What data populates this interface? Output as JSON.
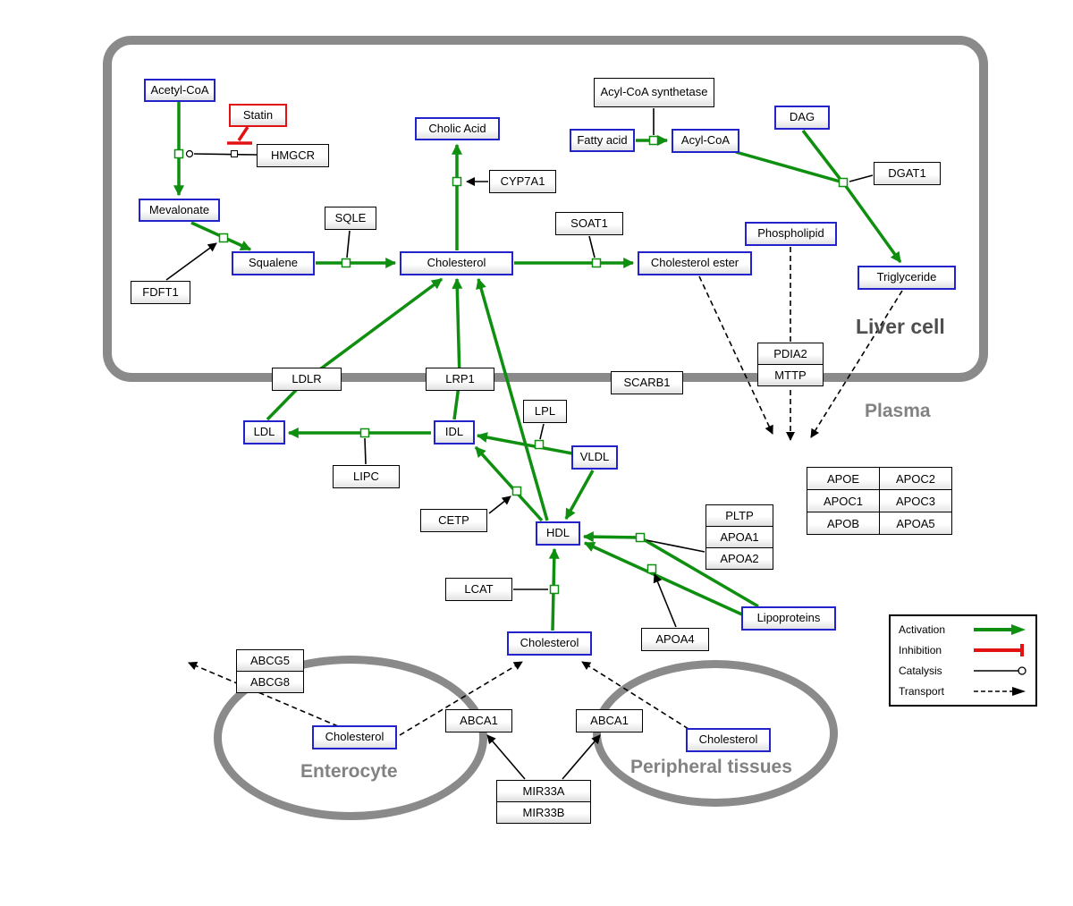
{
  "compartments": {
    "liver_cell": "Liver cell",
    "plasma": "Plasma",
    "enterocyte": "Enterocyte",
    "peripheral_tissues": "Peripheral tissues"
  },
  "nodes": {
    "acetyl_coa": "Acetyl-CoA",
    "statin": "Statin",
    "hmgcr": "HMGCR",
    "mevalonate": "Mevalonate",
    "fdft1": "FDFT1",
    "squalene": "Squalene",
    "sqle": "SQLE",
    "cholic_acid": "Cholic Acid",
    "cyp7a1": "CYP7A1",
    "cholesterol_liver": "Cholesterol",
    "soat1": "SOAT1",
    "cholesterol_ester": "Cholesterol ester",
    "acyl_coa_synthetase": "Acyl-CoA synthetase",
    "fatty_acid": "Fatty acid",
    "acyl_coa": "Acyl-CoA",
    "dag": "DAG",
    "dgat1": "DGAT1",
    "phospholipid": "Phospholipid",
    "triglyceride": "Triglyceride",
    "ldlr": "LDLR",
    "lrp1": "LRP1",
    "scarb1": "SCARB1",
    "pdia2": "PDIA2",
    "mttp": "MTTP",
    "ldl": "LDL",
    "idl": "IDL",
    "lipc": "LIPC",
    "lpl": "LPL",
    "vldl": "VLDL",
    "cetp": "CETP",
    "hdl": "HDL",
    "pltp": "PLTP",
    "apoa1": "APOA1",
    "apoa2": "APOA2",
    "lcat": "LCAT",
    "apoa4": "APOA4",
    "lipoproteins": "Lipoproteins",
    "cholesterol_plasma": "Cholesterol",
    "abcg5": "ABCG5",
    "abcg8": "ABCG8",
    "cholesterol_enterocyte": "Cholesterol",
    "abca1_enterocyte": "ABCA1",
    "abca1_peripheral": "ABCA1",
    "cholesterol_peripheral": "Cholesterol",
    "mir33a": "MIR33A",
    "mir33b": "MIR33B"
  },
  "apo_table": {
    "rows": [
      [
        "APOE",
        "APOC2"
      ],
      [
        "APOC1",
        "APOC3"
      ],
      [
        "APOB",
        "APOA5"
      ]
    ]
  },
  "legend": {
    "items": [
      {
        "label": "Activation"
      },
      {
        "label": "Inhibition"
      },
      {
        "label": "Catalysis"
      },
      {
        "label": "Transport"
      }
    ]
  },
  "colors": {
    "activation_green": "#0F8F0F",
    "inhibition_red": "#E31212",
    "metabolite_border_blue": "#2323CB",
    "membrane_gray": "#8A8A8A"
  }
}
